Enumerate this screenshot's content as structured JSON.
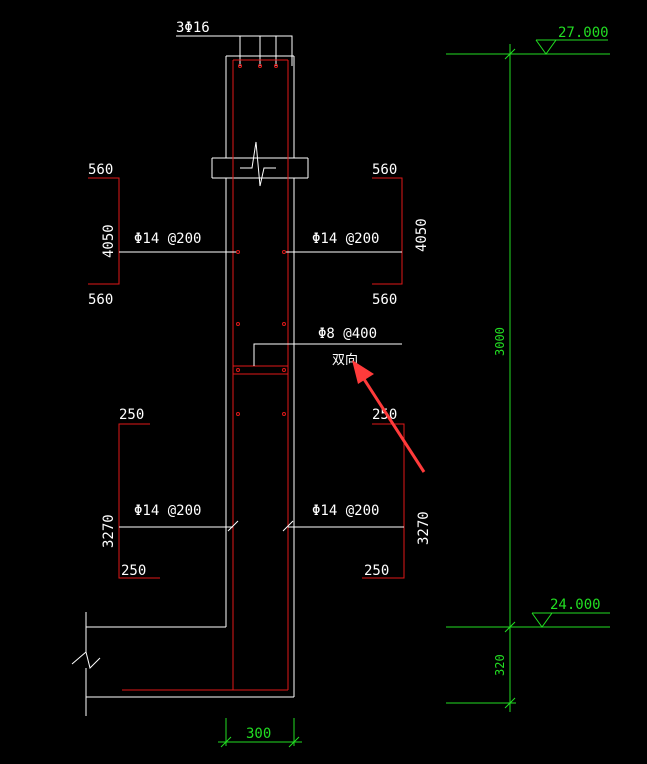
{
  "top_bars": "3Φ16",
  "upper": {
    "left_top": "560",
    "left_len": "4050",
    "left_bottom": "560",
    "left_bar": "Φ14 @200",
    "right_top": "560",
    "right_len": "4050",
    "right_bottom": "560",
    "right_bar": "Φ14 @200"
  },
  "tie": {
    "bar": "Φ8 @400",
    "note": "双向"
  },
  "lower": {
    "left_top": "250",
    "left_len": "3270",
    "left_bottom": "250",
    "left_bar": "Φ14 @200",
    "right_top": "250",
    "right_len": "3270",
    "right_bottom": "250",
    "right_bar": "Φ14 @200"
  },
  "elevations": {
    "top": "27.000",
    "bottom": "24.000"
  },
  "dims": {
    "height": "3000",
    "base": "320",
    "width": "300"
  },
  "colors": {
    "rebar": "#e01818",
    "outline": "#ffffff",
    "dimension": "#22dd22",
    "arrow": "#ff3b3b"
  }
}
